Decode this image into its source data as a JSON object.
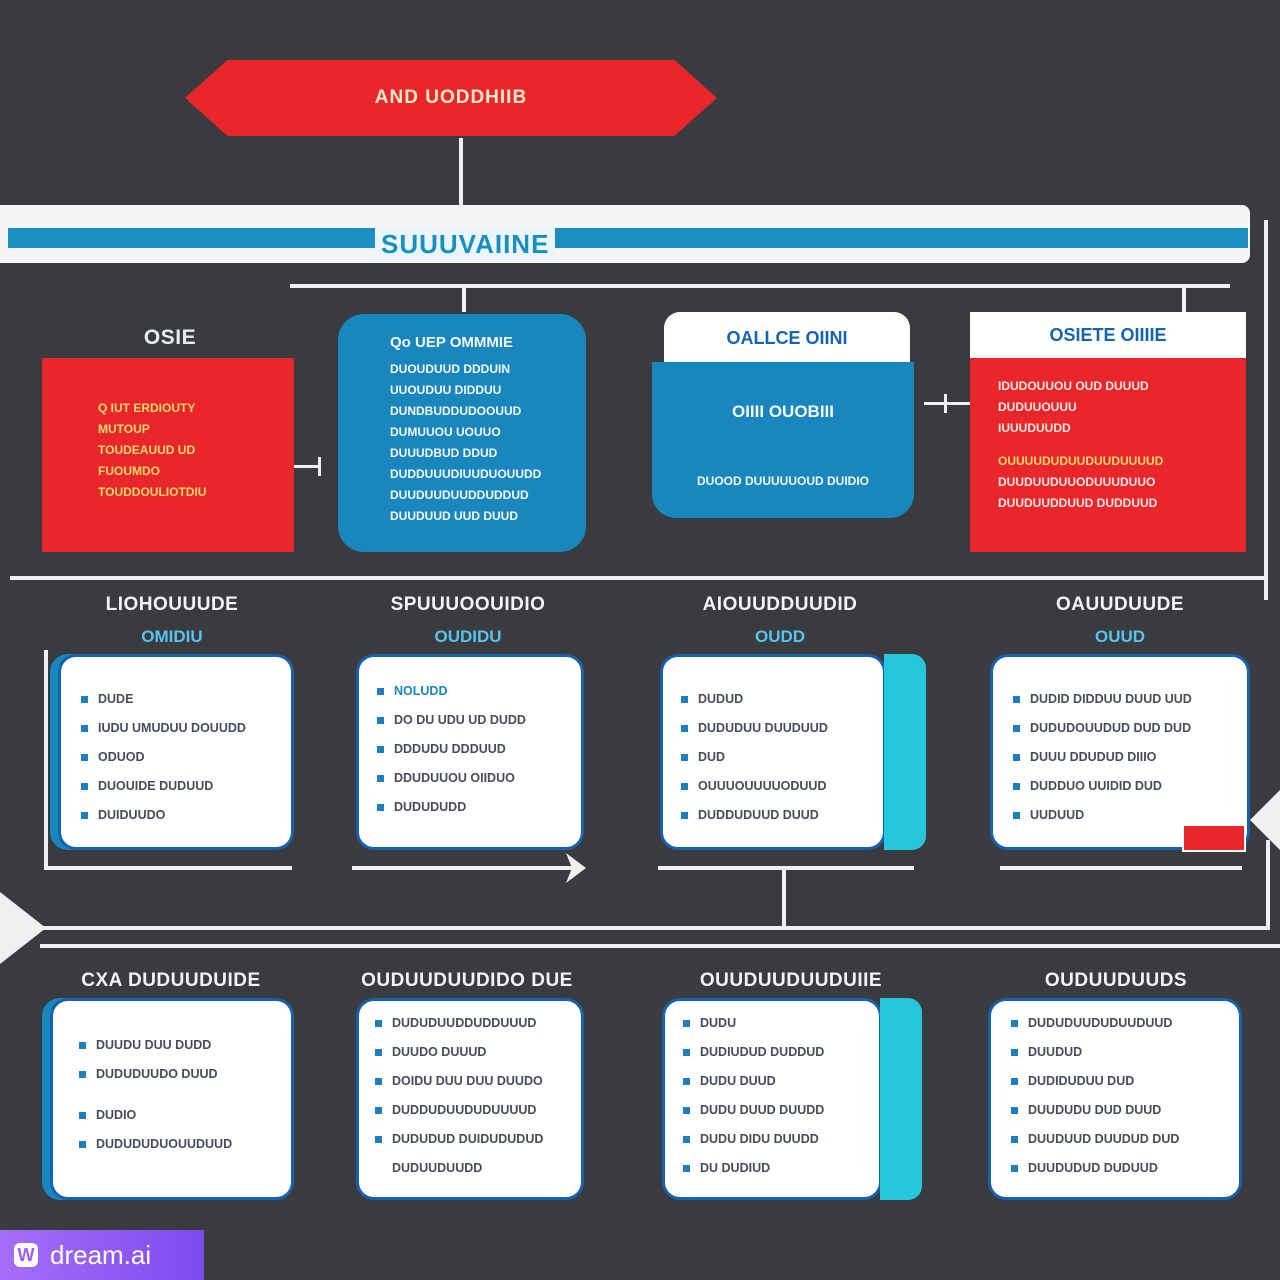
{
  "banner": {
    "title": "AND UODDHIIB"
  },
  "header_bar": {
    "label": "SUUUVAIINE"
  },
  "top_row": {
    "box1": {
      "heading": "OSIE",
      "lines": [
        "Q IUT ERDIOUTY",
        "MUTOUP",
        "TOUDEAUUD UD",
        "FUOUMDO",
        "TOUDDOULIOTDIU"
      ]
    },
    "box2": {
      "heading": "Qo UEP OMMMIE",
      "lines": [
        "DUOUDUUD DDDUIN",
        "UUOUDUU DIDDUU",
        "DUNDBUDDUDOOUUD",
        "DUMUUOU UOUUO",
        "DUUUDBUD DDUD",
        "DUDDUUUDIUUDUOUUDD",
        "DUUDUUDUUDDUDDUD",
        "DUUDUUD UUD DUUD"
      ]
    },
    "box3": {
      "heading": "OALLCE OIINI",
      "center": "OIIII OUOBIII",
      "footer": "DUOOD DUUUUUOUD DUIDIO"
    },
    "box4": {
      "heading": "OSIETE OIIIIE",
      "lines": [
        "IDUDOUUOU OUD DUUUD",
        "DUDUUOUUU",
        "IUUUDUUDD",
        "OUUUUDUDUUDUUDUUUUD",
        "DUUDUUDUUODUUUDUUO",
        "DUUDUUDDUUD DUDDUUD"
      ]
    }
  },
  "middle_row": [
    {
      "title": "LIOHOUUUDE",
      "subtitle": "OMIDIU",
      "items": [
        "DUDE",
        "IUDU UMUDUU DOUUDD",
        "ODUOD",
        "DUOUIDE DUDUUD",
        "DUIDUUDO"
      ]
    },
    {
      "title": "SPUUUOOUIDIO",
      "subtitle": "OUDIDU",
      "items": [
        "NOLUDD",
        "DO DU UDU UD DUDD",
        "DDDUDU DDDUUD",
        "DDUDUUOU OIIDUO",
        "DUDUDUDD"
      ]
    },
    {
      "title": "AIOUUDDUUDID",
      "subtitle": "OUDD",
      "items": [
        "DUDUD",
        "DUDUDUU DUUDUUD",
        "DUD",
        "OUUUOUUUUODUUD",
        "DUDDUDUUD DUUD"
      ]
    },
    {
      "title": "OAUUDUUDE",
      "subtitle": "OUUD",
      "items": [
        "DUDID DIDDUU DUUD UUD",
        "DUDUDOUUDUD DUD DUD",
        "DUUU DDUDUD DIIIO",
        "DUDDUO UUIDID DUD",
        "UUDUUD"
      ]
    }
  ],
  "bottom_row": [
    {
      "title": "CXA DUDUUDUIDE",
      "items": [
        "DUUDU DUU DUDD",
        "DUDUDUUDO DUUD",
        "DUDIO",
        "DUDUDUDUOUUDUUD"
      ]
    },
    {
      "title": "OUDUUDUUDIDO DUE",
      "items": [
        "DUDUDUUDDUDDUUUD",
        "DUUDO DUUUD",
        "DOIDU DUU DUU DUUDO",
        "DUDDUDUUDUDUUUUD",
        "DUDUDUD DUIDUDUDUD",
        "DUDUUDUUDD"
      ]
    },
    {
      "title": "OUUDUUDUUDUIIE",
      "items": [
        "DUDU",
        "DUDIUDUD DUDDUD",
        "DUDU DUUD",
        "DUDU DUUD DUUDD",
        "DUDU DIDU DUUDD",
        "DU DUDIUD"
      ]
    },
    {
      "title": "OUDUUDUUDS",
      "items": [
        "DUDUDUUDUDUUDUUD",
        "DUUDUD",
        "DUDIDUDUU DUD",
        "DUUDUDU DUD DUUD",
        "DUUDUUD DUUDUD DUD",
        "DUUDUDUD DUDUUD"
      ]
    }
  ],
  "watermark": {
    "logo": "W",
    "text": "dream.ai"
  },
  "colors": {
    "background": "#3a3b3e",
    "red": "#e8262b",
    "blue": "#1a86be",
    "teal": "#25c7dc",
    "navy_border": "#1662b0"
  }
}
